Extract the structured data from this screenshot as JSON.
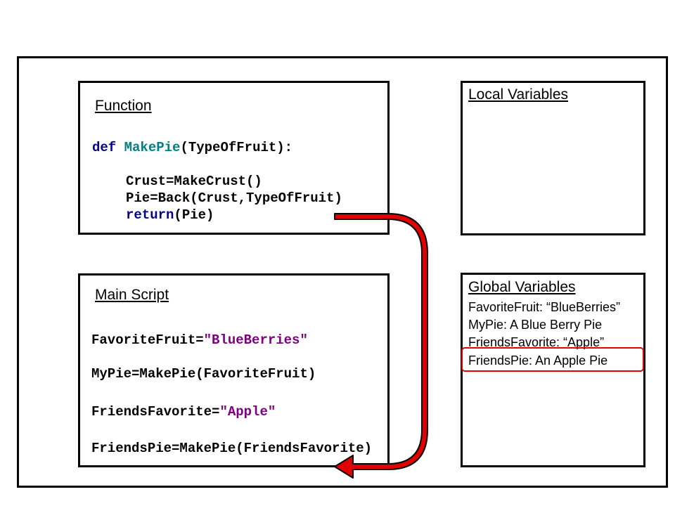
{
  "function_box": {
    "title": "Function",
    "lines": [
      {
        "kw": "def",
        "fn": "MakePie",
        "rest": "(TypeOfFruit):"
      },
      {
        "text": "Crust=MakeCrust()"
      },
      {
        "text": "Pie=Back(Crust,TypeOfFruit)"
      },
      {
        "kw": "return",
        "rest": "(Pie)"
      }
    ]
  },
  "main_box": {
    "title": "Main Script",
    "lines": [
      {
        "pre": "FavoriteFruit=",
        "str": "\"BlueBerries\""
      },
      {
        "text": "MyPie=MakePie(FavoriteFruit)"
      },
      {
        "pre": "FriendsFavorite=",
        "str": "\"Apple\""
      },
      {
        "text": "FriendsPie=MakePie(FriendsFavorite)"
      }
    ]
  },
  "local_box": {
    "title": "Local Variables"
  },
  "global_box": {
    "title": "Global Variables",
    "lines": [
      "FavoriteFruit: “BlueBerries”",
      "MyPie: A Blue Berry Pie",
      "FriendsFavorite: “Apple”",
      "FriendsPie: An Apple Pie"
    ]
  },
  "colors": {
    "keyword": "#00008b",
    "function_name": "#008080",
    "string": "#800080",
    "arrow_fill": "#e00000",
    "highlight": "#e00000"
  }
}
